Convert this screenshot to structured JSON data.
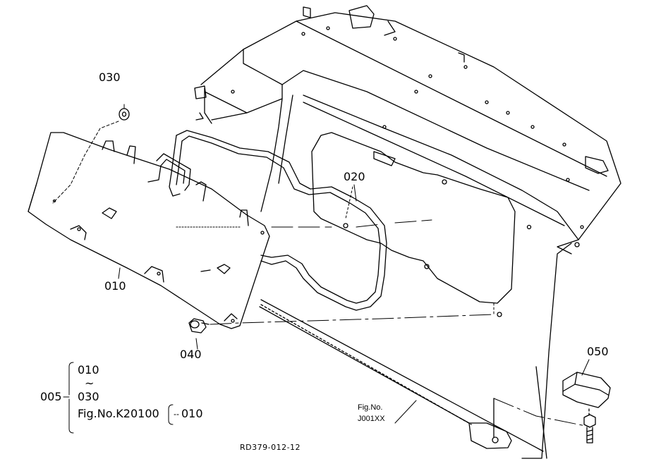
{
  "callouts": {
    "c010": "010",
    "c020": "020",
    "c030": "030",
    "c040": "040",
    "c050": "050"
  },
  "assembly": {
    "number": "005",
    "range_start": "010",
    "range_tilde": "~",
    "range_end": "030",
    "fig_ref": "Fig.No.K20100",
    "fig_ref_part": "010"
  },
  "fig_note": {
    "line1": "Fig.No.",
    "line2": "J001XX"
  },
  "drawing_ref": "RD379-012-12",
  "colors": {
    "line": "#000000",
    "background": "#ffffff"
  }
}
